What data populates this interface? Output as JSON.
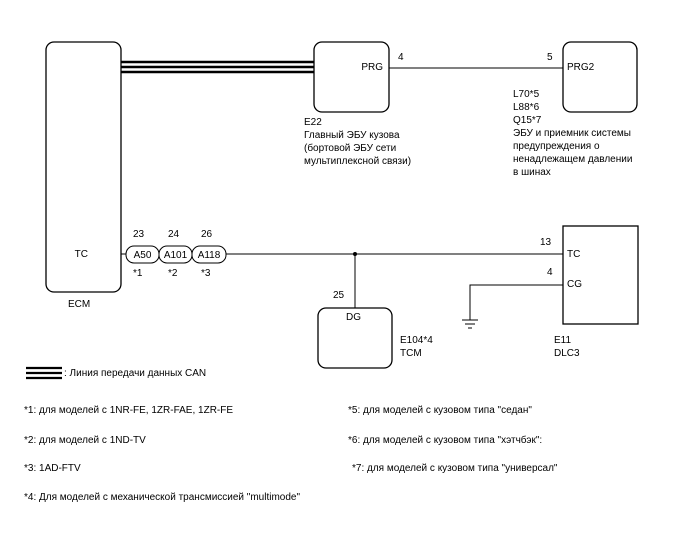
{
  "ecm": {
    "label": "ECM",
    "pin_name": "TC"
  },
  "connectors": [
    {
      "id": "A50",
      "pin": "23",
      "note": "*1"
    },
    {
      "id": "A101",
      "pin": "24",
      "note": "*2"
    },
    {
      "id": "A118",
      "pin": "26",
      "note": "*3"
    }
  ],
  "main_body_ecu": {
    "pin_name": "PRG",
    "pin": "4",
    "code": "E22",
    "desc": [
      "Главный ЭБУ кузова",
      "(бортовой ЭБУ сети",
      "мультиплексной связи)"
    ]
  },
  "tpms_ecu": {
    "pin_name": "PRG2",
    "pin": "5",
    "codes": [
      "L70*5",
      "L88*6",
      "Q15*7"
    ],
    "desc": [
      "ЭБУ и приемник системы",
      "предупреждения о",
      "ненадлежащем давлении",
      "в шинах"
    ]
  },
  "tcm": {
    "pin_name": "DG",
    "pin": "25",
    "code": "E104*4",
    "label": "TCM"
  },
  "dlc3": {
    "pin_tc_name": "TC",
    "pin_tc": "13",
    "pin_cg_name": "CG",
    "pin_cg": "4",
    "code": "E11",
    "label": "DLC3"
  },
  "legend": {
    "can_line": ": Линия передачи данных CAN"
  },
  "notes": {
    "n1": "*1: для моделей с 1NR-FE, 1ZR-FAE, 1ZR-FE",
    "n2": "*2: для моделей с 1ND-TV",
    "n3": "*3: 1AD-FTV",
    "n4": "*4: Для моделей с механической трансмиссией \"multimode\"",
    "n5": "*5: для моделей с кузовом типа \"седан\"",
    "n6": "*6: для моделей с кузовом типа \"хэтчбэк\":",
    "n7": "*7: для моделей с кузовом типа \"универсал\""
  }
}
